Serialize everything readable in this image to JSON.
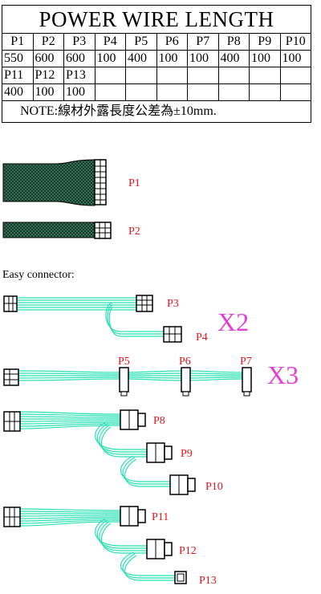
{
  "table": {
    "title": "POWER WIRE LENGTH",
    "row1_labels": [
      "P1",
      "P2",
      "P3",
      "P4",
      "P5",
      "P6",
      "P7",
      "P8",
      "P9",
      "P10"
    ],
    "row1_values": [
      "550",
      "600",
      "600",
      "100",
      "400",
      "100",
      "100",
      "400",
      "100",
      "100"
    ],
    "row2_labels": [
      "P11",
      "P12",
      "P13",
      "",
      "",
      "",
      "",
      "",
      "",
      ""
    ],
    "row2_values": [
      "400",
      "100",
      "100",
      "",
      "",
      "",
      "",
      "",
      "",
      ""
    ],
    "note": "NOTE:線材外露長度公差為±10mm."
  },
  "diagram": {
    "easy_connector_label": "Easy connector:",
    "labels": {
      "p1": "P1",
      "p2": "P2",
      "p3": "P3",
      "p4": "P4",
      "p5": "P5",
      "p6": "P6",
      "p7": "P7",
      "p8": "P8",
      "p9": "P9",
      "p10": "P10",
      "p11": "P11",
      "p12": "P12",
      "p13": "P13"
    },
    "multipliers": {
      "group1": "X2",
      "group2": "X3"
    },
    "colors": {
      "wire": "#26e0b4",
      "label": "#e0161a",
      "multiplier": "#e33fd6"
    }
  }
}
